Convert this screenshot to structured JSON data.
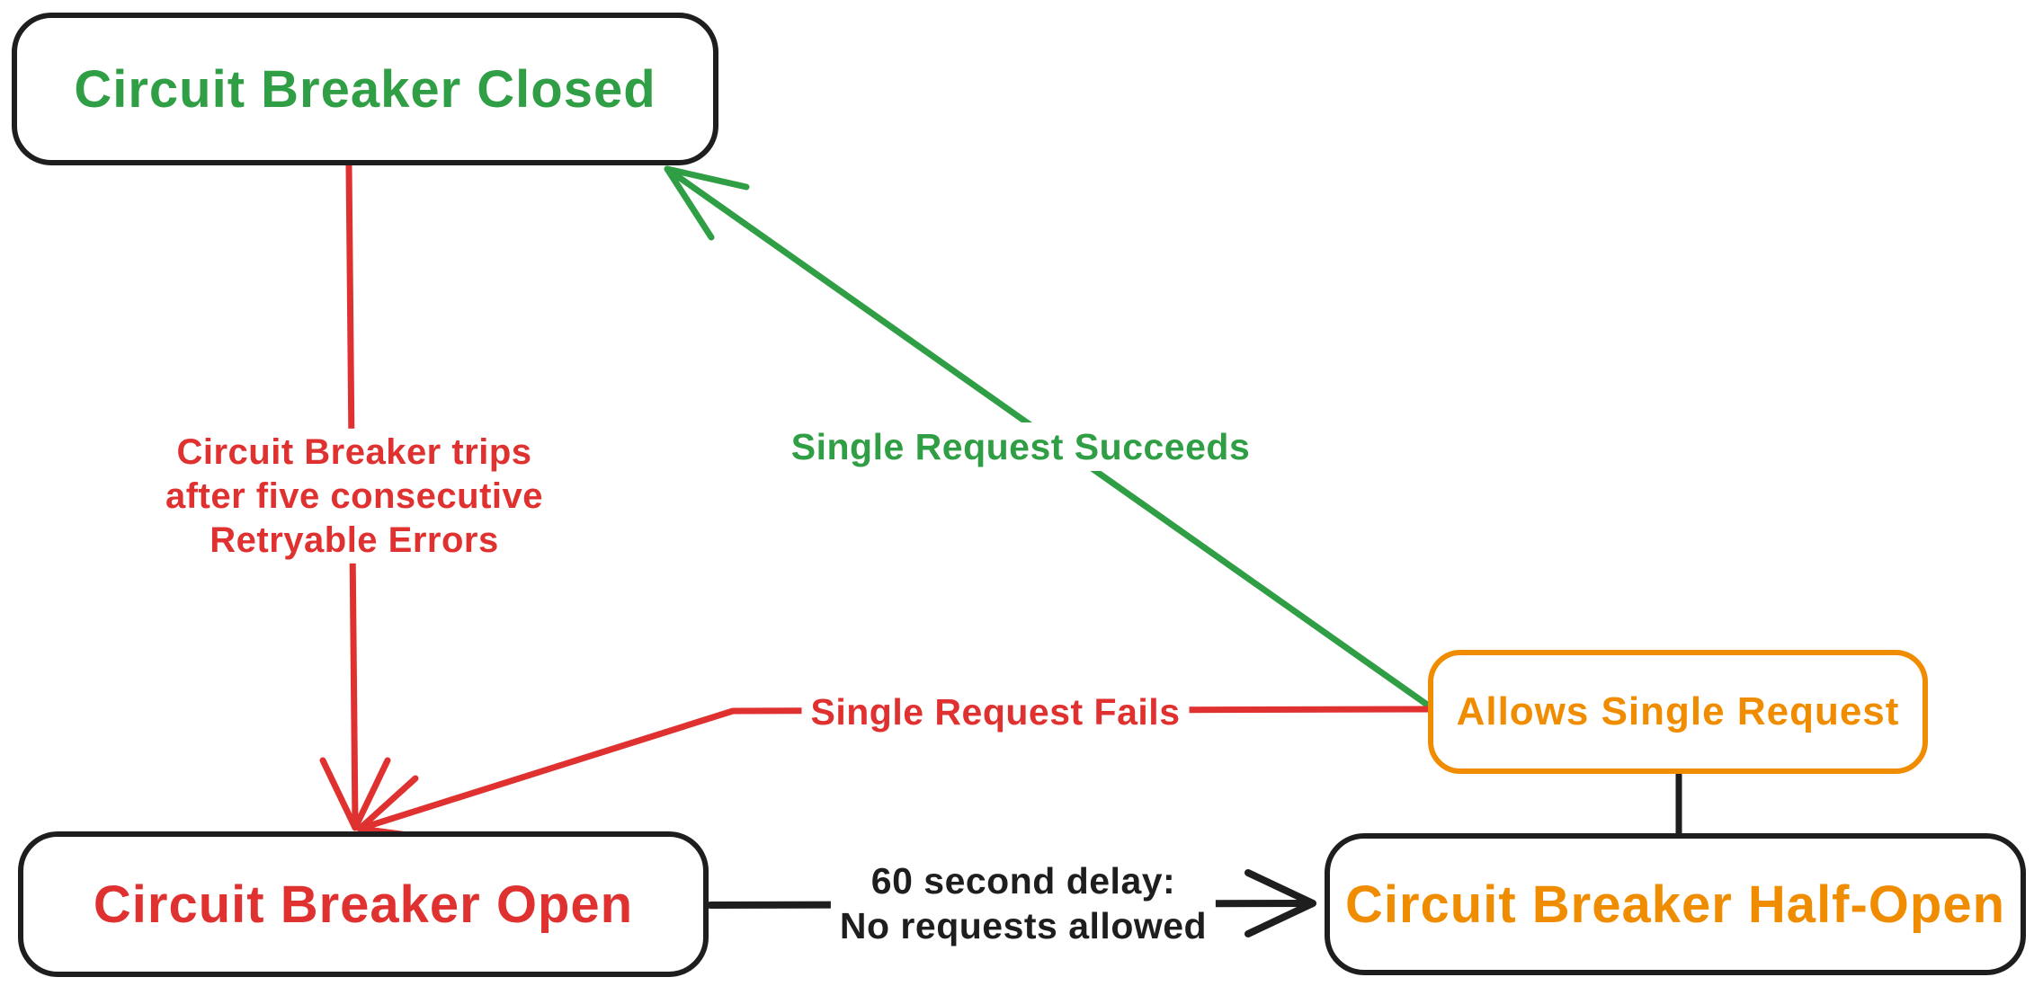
{
  "diagram": {
    "background_color": "#ffffff",
    "palette": {
      "black": "#1e1e1e",
      "red": "#e03131",
      "green": "#2f9e44",
      "orange": "#f08c00"
    },
    "nodes": {
      "closed": {
        "label": "Circuit Breaker Closed",
        "text_color": "#2f9e44",
        "border_color": "#1e1e1e"
      },
      "open": {
        "label": "Circuit Breaker Open",
        "text_color": "#e03131",
        "border_color": "#1e1e1e"
      },
      "half_open": {
        "label": "Circuit Breaker Half-Open",
        "text_color": "#f08c00",
        "border_color": "#1e1e1e"
      },
      "allows_single_request": {
        "label": "Allows Single Request",
        "text_color": "#f08c00",
        "border_color": "#f08c00"
      }
    },
    "edges": {
      "trips": {
        "from": "closed",
        "to": "open",
        "color": "#e03131",
        "lines": [
          "Circuit Breaker trips",
          "after five consecutive",
          "Retryable Errors"
        ]
      },
      "succeeds": {
        "from": "allows_single_request",
        "to": "closed",
        "color": "#2f9e44",
        "label": "Single Request Succeeds"
      },
      "fails": {
        "from": "allows_single_request",
        "to": "open",
        "color": "#e03131",
        "label": "Single Request Fails"
      },
      "delay": {
        "from": "open",
        "to": "half_open",
        "color": "#1e1e1e",
        "lines": [
          "60 second delay:",
          "No requests allowed"
        ]
      },
      "allows_connector": {
        "from": "allows_single_request",
        "to": "half_open",
        "color": "#1e1e1e"
      }
    }
  }
}
